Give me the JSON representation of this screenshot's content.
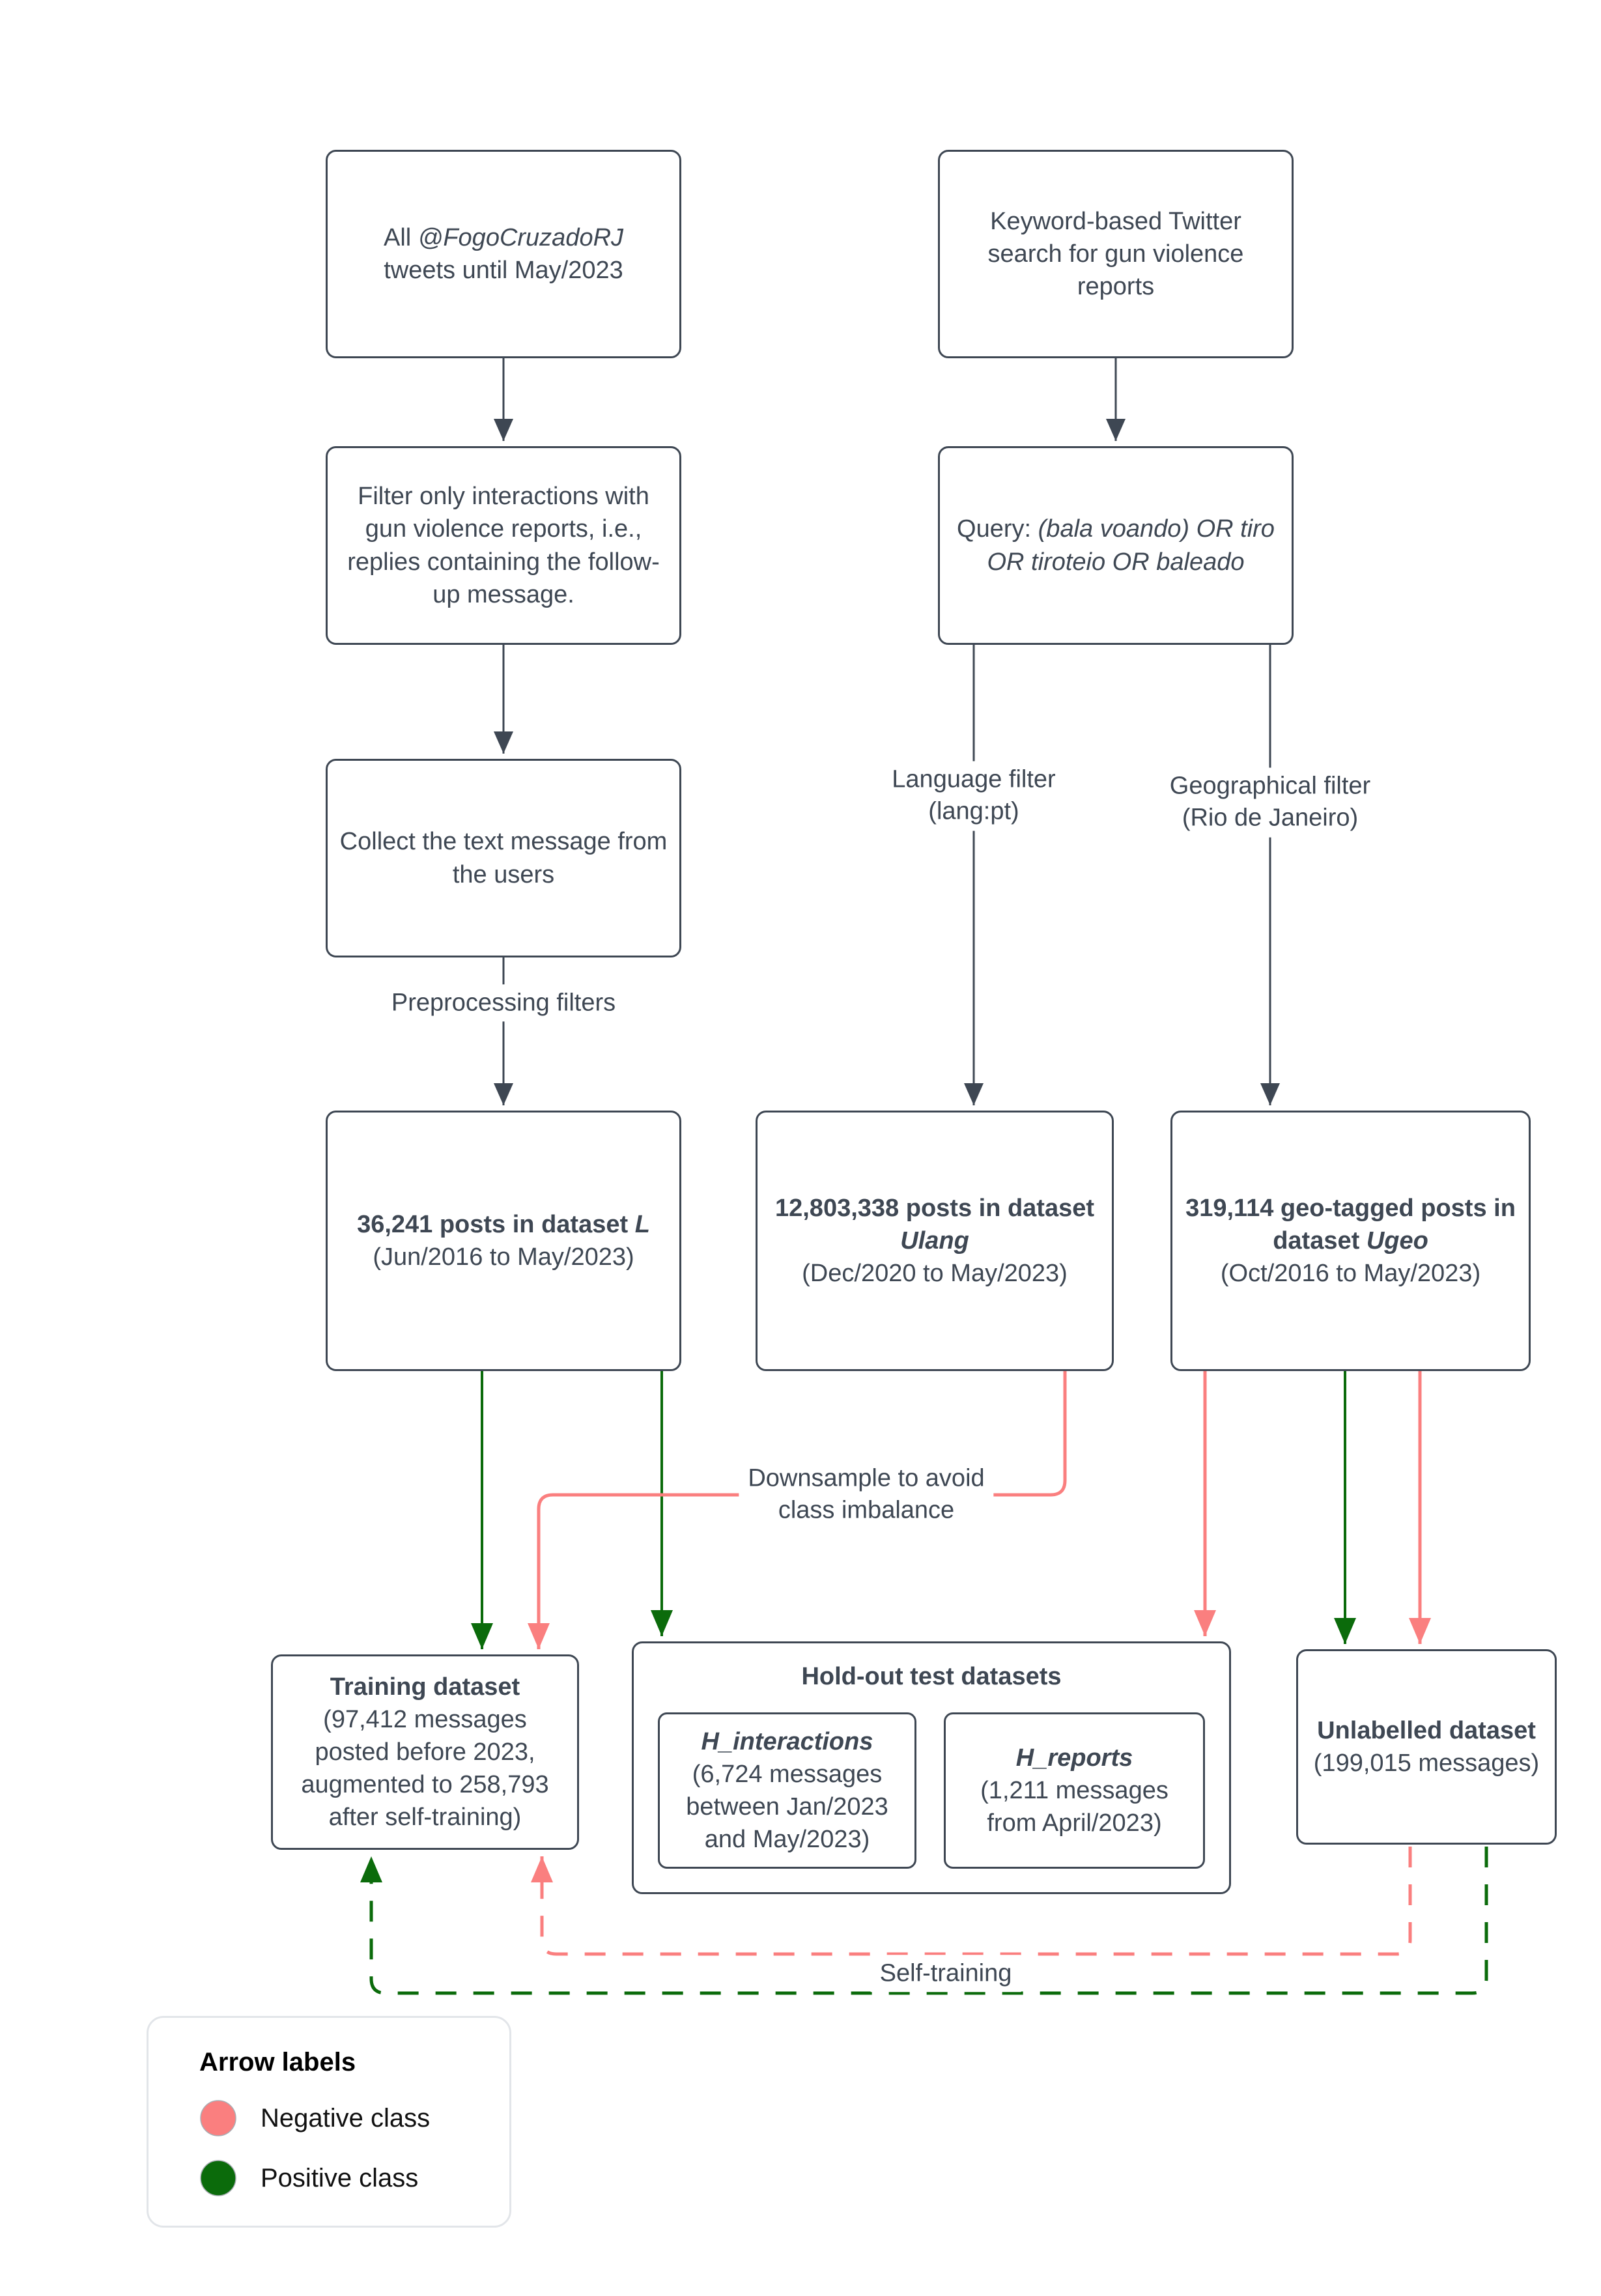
{
  "colors": {
    "line": "#3e4753",
    "negative": "#fa7f7f",
    "positive": "#0b6b0b"
  },
  "boxes": {
    "tweets": {
      "line1_pre": "All ",
      "line1_italic": "@FogoCruzadoRJ",
      "line2": "tweets until May/2023"
    },
    "filter": {
      "text": "Filter only interactions with gun violence reports, i.e., replies containing the follow-up message."
    },
    "collect": {
      "text": "Collect the text message from the users"
    },
    "dataset_l": {
      "bold_pre": "36,241 posts in dataset ",
      "bold_italic": "L",
      "sub": "(Jun/2016 to May/2023)"
    },
    "keyword": {
      "text": "Keyword-based Twitter search for gun violence reports"
    },
    "query": {
      "pre": "Query: ",
      "italic": "(bala voando) OR tiro OR tiroteio OR baleado"
    },
    "ulang": {
      "bold_pre": "12,803,338 posts in dataset ",
      "bold_italic": "Ulang",
      "sub": "(Dec/2020 to May/2023)"
    },
    "ugeo": {
      "bold_pre": "319,114 geo-tagged posts in dataset ",
      "bold_italic": "Ugeo",
      "sub": "(Oct/2016 to May/2023)"
    },
    "training": {
      "title": "Training dataset",
      "sub": "(97,412 messages posted before 2023, augmented to 258,793 after self-training)"
    },
    "holdout": {
      "title": "Hold-out test datasets",
      "h_interactions": {
        "title": "H_interactions",
        "sub": "(6,724 messages between Jan/2023 and May/2023)"
      },
      "h_reports": {
        "title": "H_reports",
        "sub": "(1,211 messages from April/2023)"
      }
    },
    "unlabelled": {
      "title": "Unlabelled dataset",
      "sub": "(199,015 messages)"
    }
  },
  "labels": {
    "preprocessing": "Preprocessing filters",
    "language_line1": "Language filter",
    "language_line2": "(lang:pt)",
    "geo_line1": "Geographical filter",
    "geo_line2": "(Rio de Janeiro)",
    "downsample_line1": "Downsample to avoid",
    "downsample_line2": "class imbalance",
    "self_training": "Self-training"
  },
  "legend": {
    "title": "Arrow labels",
    "items": [
      {
        "label": "Negative class",
        "color": "#fa7f7f"
      },
      {
        "label": "Positive class",
        "color": "#0b6b0b"
      }
    ]
  }
}
